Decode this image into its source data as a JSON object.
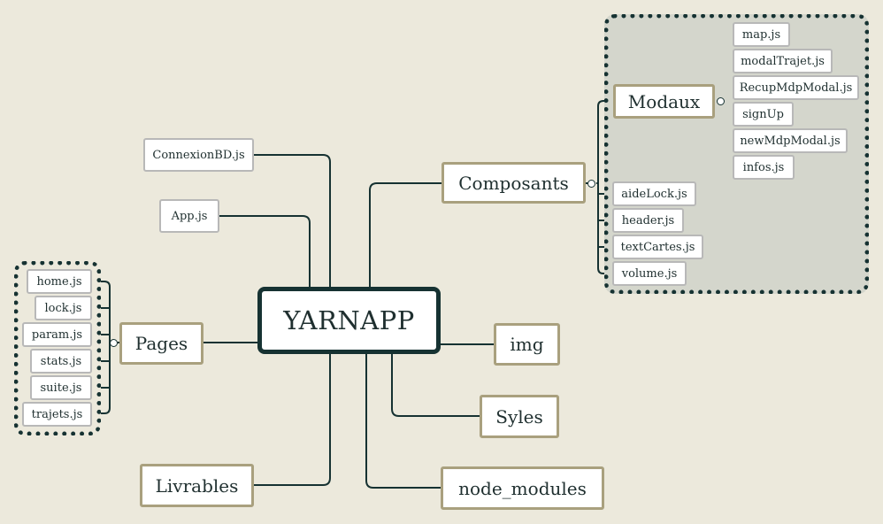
{
  "root": {
    "label": "YARNAPP"
  },
  "branches": {
    "connexion": {
      "label": "ConnexionBD.js"
    },
    "app": {
      "label": "App.js"
    },
    "composants": {
      "label": "Composants"
    },
    "modaux": {
      "label": "Modaux"
    },
    "pages": {
      "label": "Pages"
    },
    "img": {
      "label": "img"
    },
    "syles": {
      "label": "Syles"
    },
    "livrables": {
      "label": "Livrables"
    },
    "node_modules": {
      "label": "node_modules"
    }
  },
  "modaux_items": [
    "map.js",
    "modalTrajet.js",
    "RecupMdpModal.js",
    "signUp",
    "newMdpModal.js",
    "infos.js"
  ],
  "composants_items": [
    "aideLock.js",
    "header.js",
    "textCartes.js",
    "volume.js"
  ],
  "pages_items": [
    "home.js",
    "lock.js",
    "param.js",
    "stats.js",
    "suite.js",
    "trajets.js"
  ],
  "colors": {
    "background": "#ece9dc",
    "line": "#163232",
    "branch_border": "#a9a07e",
    "leaf_border": "#b8b8b8",
    "group_fill": "#d4d6cc"
  }
}
